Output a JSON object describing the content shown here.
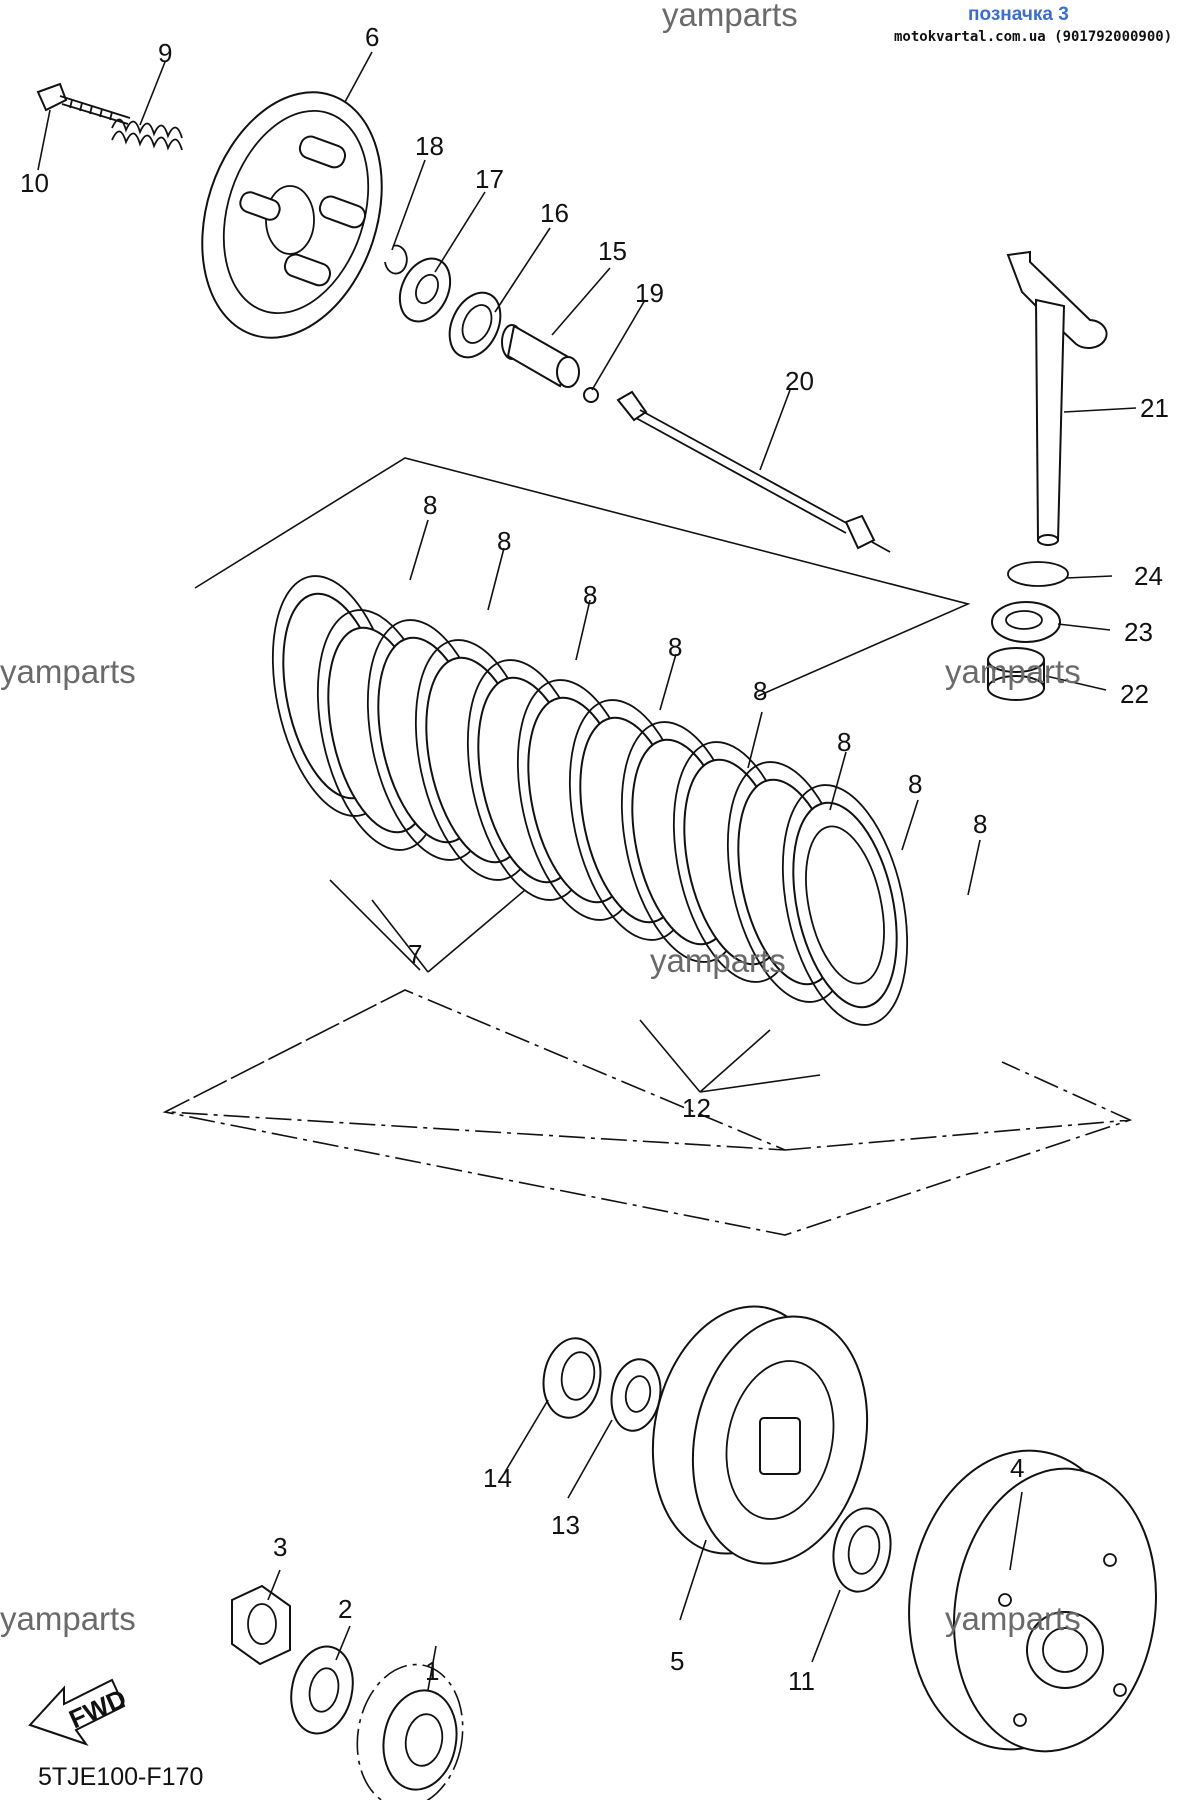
{
  "header": {
    "site_watermark": "yamparts",
    "page_label": "позначка 3",
    "site_ref": "motokvartal.com.ua (901792000900)"
  },
  "watermarks": [
    "yamparts",
    "yamparts",
    "yamparts",
    "yamparts",
    "yamparts"
  ],
  "callouts": {
    "p1": "1",
    "p2": "2",
    "p3": "3",
    "p4": "4",
    "p5": "5",
    "p6": "6",
    "p7": "7",
    "p8": "8",
    "p9": "9",
    "p10": "10",
    "p11": "11",
    "p12": "12",
    "p13": "13",
    "p14": "14",
    "p15": "15",
    "p16": "16",
    "p17": "17",
    "p18": "18",
    "p19": "19",
    "p20": "20",
    "p21": "21",
    "p22": "22",
    "p23": "23",
    "p24": "24"
  },
  "fwd_label": "FWD",
  "diagram_code": "5TJE100-F170"
}
